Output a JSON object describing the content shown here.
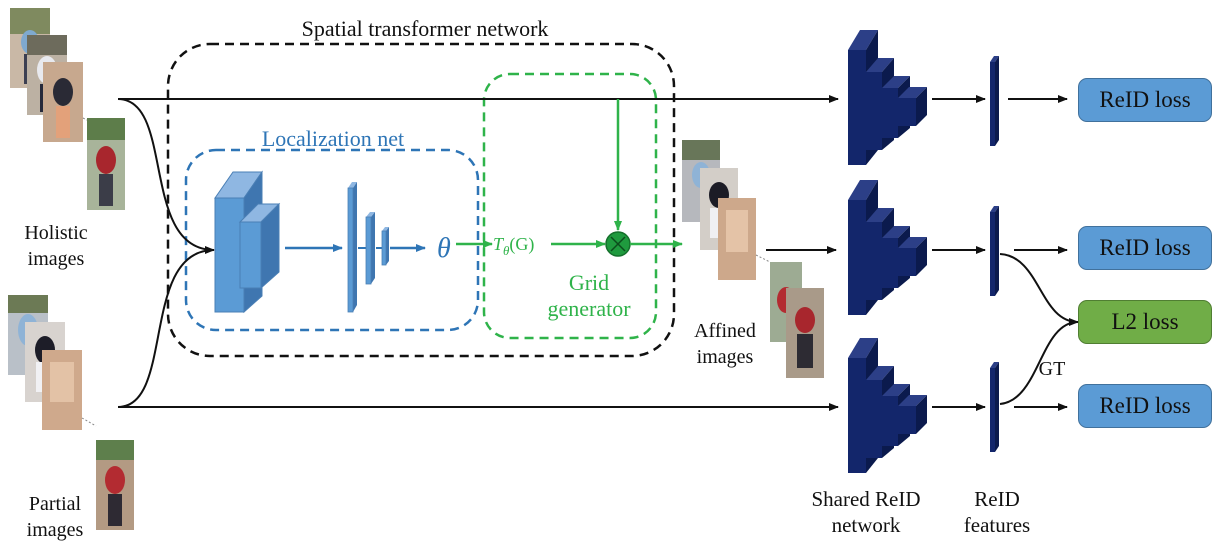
{
  "title": "Spatial transformer network",
  "localization_net": {
    "label": "Localization net"
  },
  "grid_generator": {
    "line1": "Grid",
    "line2": "generator"
  },
  "theta_symbol": "θ",
  "transform_label": {
    "base": "T",
    "sub": "θ",
    "arg": "(G)"
  },
  "inputs": {
    "holistic": {
      "line1": "Holistic",
      "line2": "images"
    },
    "partial": {
      "line1": "Partial",
      "line2": "images"
    }
  },
  "affined": {
    "line1": "Affined",
    "line2": "images"
  },
  "network_label": {
    "line1": "Shared ReID",
    "line2": "network"
  },
  "features_label": {
    "line1": "ReID",
    "line2": "features"
  },
  "gt_label": "GT",
  "losses": {
    "top": "ReID loss",
    "mid": "ReID loss",
    "l2": "L2 loss",
    "bottom": "ReID loss"
  },
  "colors": {
    "stn_border": "#111111",
    "localization": "#2e75b6",
    "grid": "#2fb34a",
    "network": "#13266b",
    "reid_loss": "#5b9bd5",
    "l2_loss": "#70ad47",
    "layer_blue": "#5b9bd5"
  }
}
